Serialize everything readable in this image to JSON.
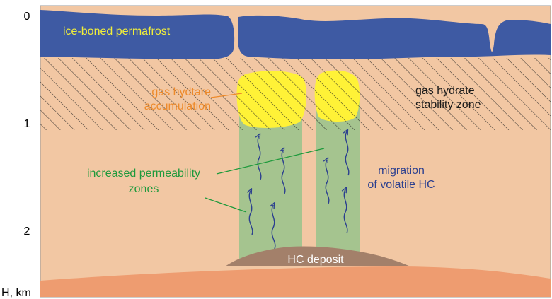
{
  "axis": {
    "ticks": [
      "0",
      "1",
      "2"
    ],
    "unit_label": "H, km"
  },
  "labels": {
    "permafrost": "ice-boned permafrost",
    "accumulation_line1": "gas hydtare",
    "accumulation_line2": "accumulation",
    "stability_line1": "gas hydrate",
    "stability_line2": "stability zone",
    "permeability_line1": "increased permeability",
    "permeability_line2": "zones",
    "migration_line1": "migration",
    "migration_line2": "of volatile HC",
    "deposit": "HC deposit"
  },
  "colors": {
    "sediment": "#F2C7A3",
    "deep_layer": "#EE9C70",
    "permafrost": "#3E5AA3",
    "permafrost_label": "#F1EE3A",
    "hydrate": "#FFF237",
    "permeability_zone": "#A5C48F",
    "deposit": "#A3806A",
    "accumulation_label": "#EE8A2A",
    "permeability_label": "#1E9A3C",
    "migration_label": "#2B3F8F",
    "arrows": "#2B3F8F"
  }
}
